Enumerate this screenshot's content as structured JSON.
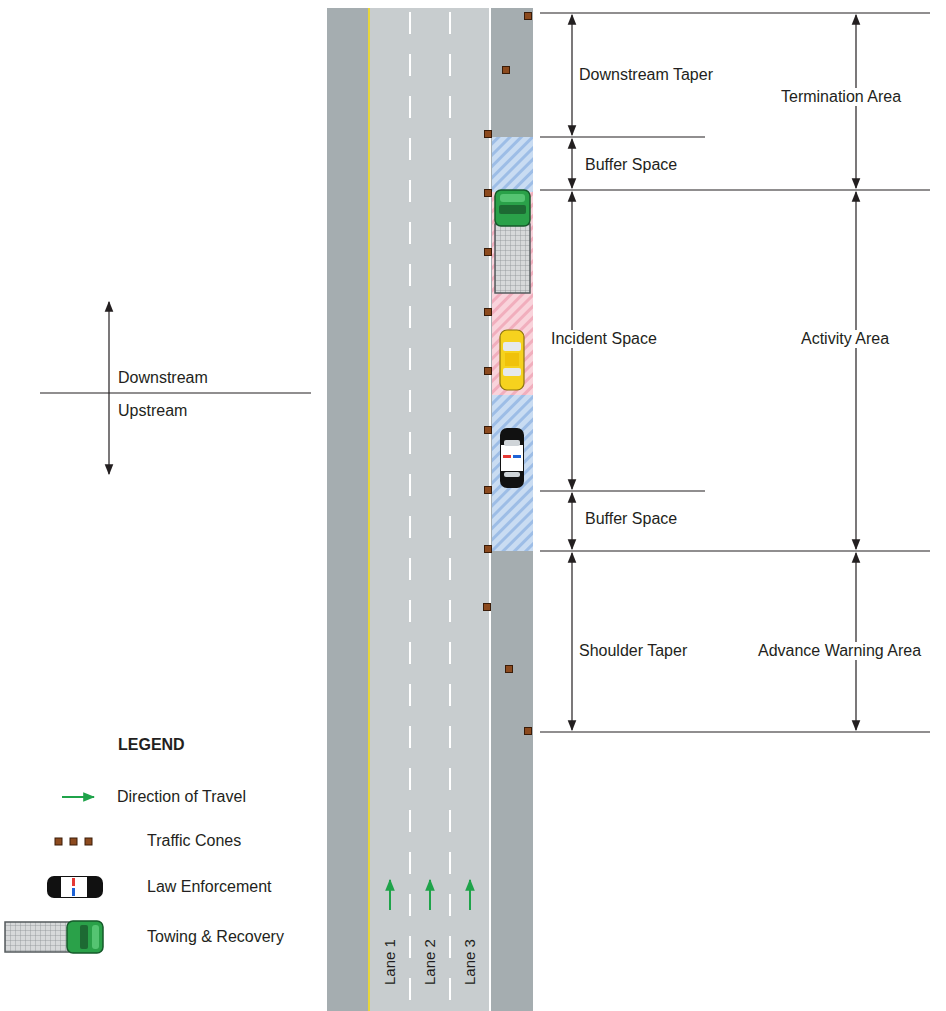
{
  "diagram": {
    "labels": [
      "Downstream Taper",
      "Termination Area",
      "Buffer Space",
      "Incident Space",
      "Activity Area",
      "Buffer Space",
      "Shoulder Taper",
      "Advance Warning Area",
      "Downstream",
      "Upstream",
      "LEGEND",
      "Lane 1",
      "Lane 2",
      "Lane 3"
    ],
    "legend": [
      {
        "text": "Direction of Travel"
      },
      {
        "text": "Traffic Cones"
      },
      {
        "text": "Law Enforcement"
      },
      {
        "text": "Towing & Recovery"
      }
    ]
  }
}
